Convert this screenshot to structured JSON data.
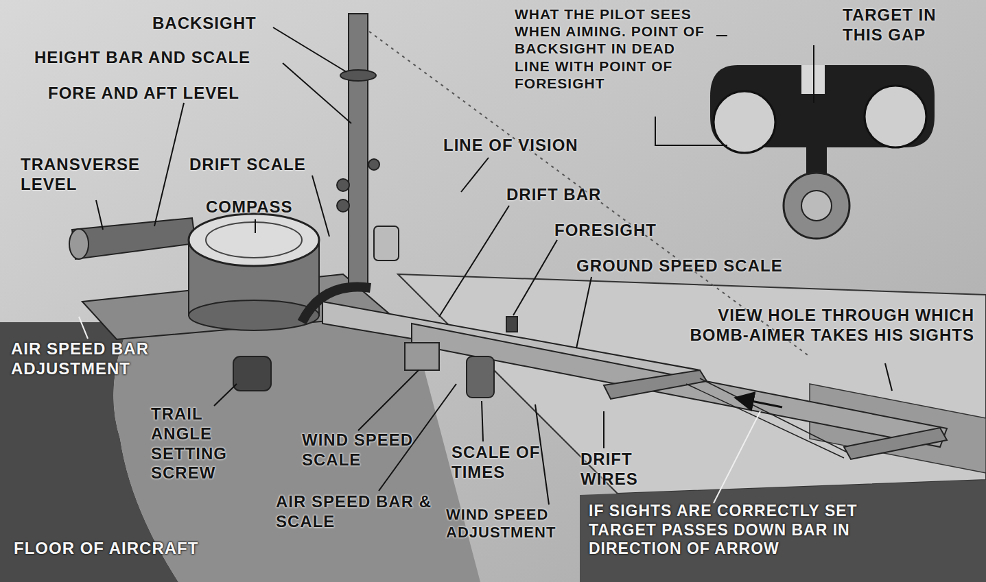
{
  "diagram": {
    "labels": [
      "BACKSIGHT",
      "HEIGHT BAR AND SCALE",
      "FORE AND AFT LEVEL",
      "TRANSVERSE LEVEL",
      "DRIFT SCALE",
      "COMPASS",
      "LINE OF VISION",
      "DRIFT BAR",
      "FORESIGHT",
      "GROUND SPEED SCALE",
      "WHAT THE PILOT SEES WHEN AIMING. POINT OF BACKSIGHT IN DEAD LINE WITH POINT OF FORESIGHT",
      "TARGET IN THIS GAP",
      "VIEW HOLE THROUGH WHICH BOMB-AIMER TAKES HIS SIGHTS",
      "AIR SPEED BAR ADJUSTMENT",
      "TRAIL ANGLE SETTING SCREW",
      "WIND SPEED SCALE",
      "SCALE OF TIMES",
      "DRIFT WIRES",
      "AIR SPEED BAR & SCALE",
      "WIND SPEED ADJUSTMENT",
      "IF SIGHTS ARE CORRECTLY SET TARGET PASSES DOWN BAR IN DIRECTION OF ARROW",
      "FLOOR OF AIRCRAFT"
    ]
  }
}
